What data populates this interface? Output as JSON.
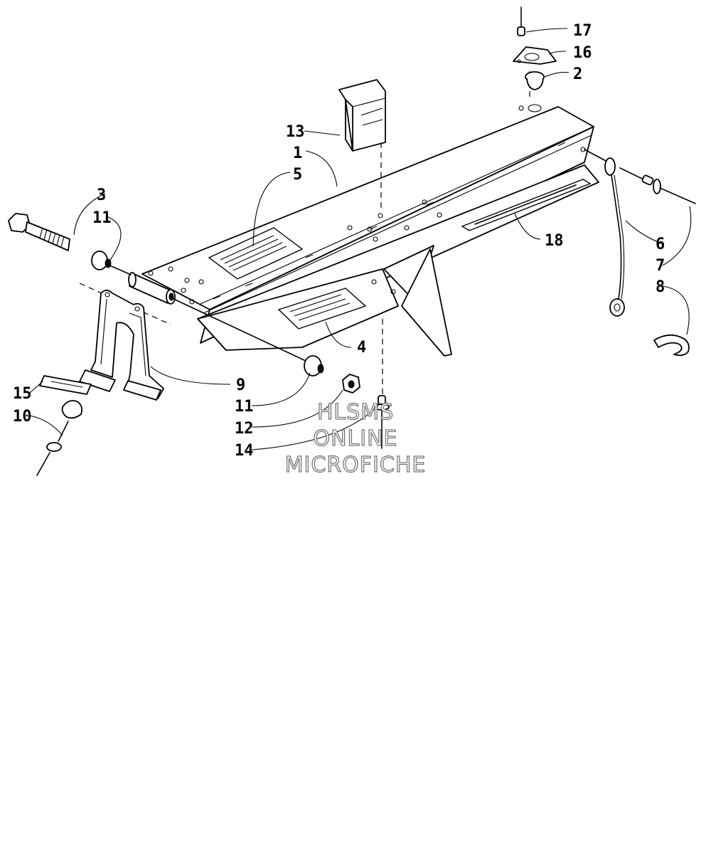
{
  "callouts": [
    {
      "id": "c1",
      "label": "1"
    },
    {
      "id": "c2",
      "label": "2"
    },
    {
      "id": "c3",
      "label": "3"
    },
    {
      "id": "c4",
      "label": "4"
    },
    {
      "id": "c5",
      "label": "5"
    },
    {
      "id": "c6",
      "label": "6"
    },
    {
      "id": "c7",
      "label": "7"
    },
    {
      "id": "c8",
      "label": "8"
    },
    {
      "id": "c9",
      "label": "9"
    },
    {
      "id": "c10",
      "label": "10"
    },
    {
      "id": "c11a",
      "label": "11"
    },
    {
      "id": "c11b",
      "label": "11"
    },
    {
      "id": "c12",
      "label": "12"
    },
    {
      "id": "c13",
      "label": "13"
    },
    {
      "id": "c14",
      "label": "14"
    },
    {
      "id": "c15",
      "label": "15"
    },
    {
      "id": "c16",
      "label": "16"
    },
    {
      "id": "c17",
      "label": "17"
    },
    {
      "id": "c18",
      "label": "18"
    }
  ],
  "watermark": {
    "line1": "HLSMS",
    "line2": "ONLINE",
    "line3": "MICROFICHE"
  }
}
